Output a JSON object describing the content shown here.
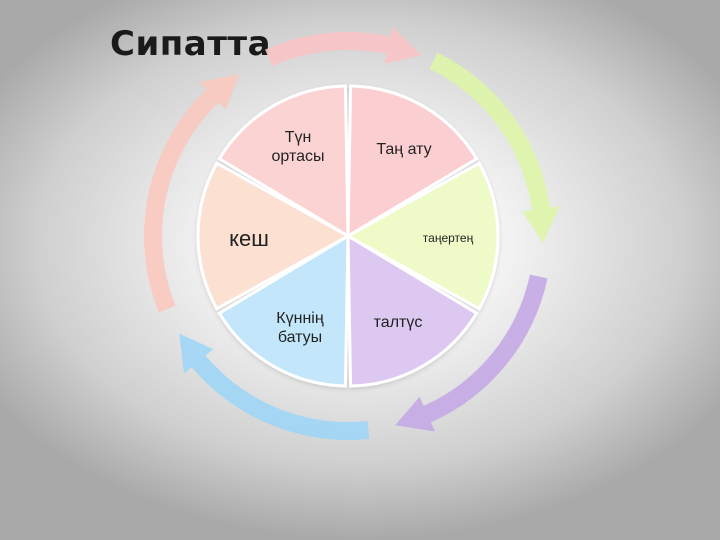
{
  "title": "Сипатта",
  "segments": [
    {
      "id": "midnight",
      "label": "Түн ортасы",
      "color": "#fbd3d3"
    },
    {
      "id": "dawn",
      "label": "Таң ату",
      "color": "#fbcfd2"
    },
    {
      "id": "morning",
      "label": "таңертең",
      "color": "#eefbc9"
    },
    {
      "id": "noon",
      "label": "талтүс",
      "color": "#dcc8f0"
    },
    {
      "id": "sunset",
      "label": "Күннің батуы",
      "color": "#c4e6fb"
    },
    {
      "id": "evening",
      "label": "кеш",
      "color": "#fce0d2"
    }
  ],
  "arrows": [
    {
      "id": "top",
      "color": "#f9c3c7"
    },
    {
      "id": "right-top",
      "color": "#ddf5a8"
    },
    {
      "id": "right-bottom",
      "color": "#c4a9e6"
    },
    {
      "id": "bottom",
      "color": "#9ed6f7"
    },
    {
      "id": "left",
      "color": "#f9c9bf"
    }
  ]
}
